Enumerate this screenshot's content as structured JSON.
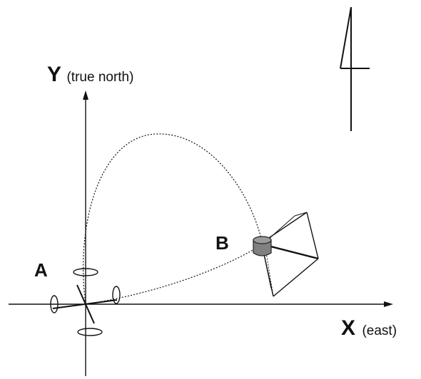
{
  "axes": {
    "y_letter": "Y",
    "y_note": "(true north)",
    "x_letter": "X",
    "x_note": "(east)"
  },
  "points": {
    "a_label": "A",
    "b_label": "B"
  },
  "icons": {
    "north_arrow": "north-arrow-icon",
    "quadcopter": "quadcopter-icon",
    "camera": "camera-icon"
  },
  "colors": {
    "ink": "#111111",
    "camera_fill": "#808080"
  }
}
